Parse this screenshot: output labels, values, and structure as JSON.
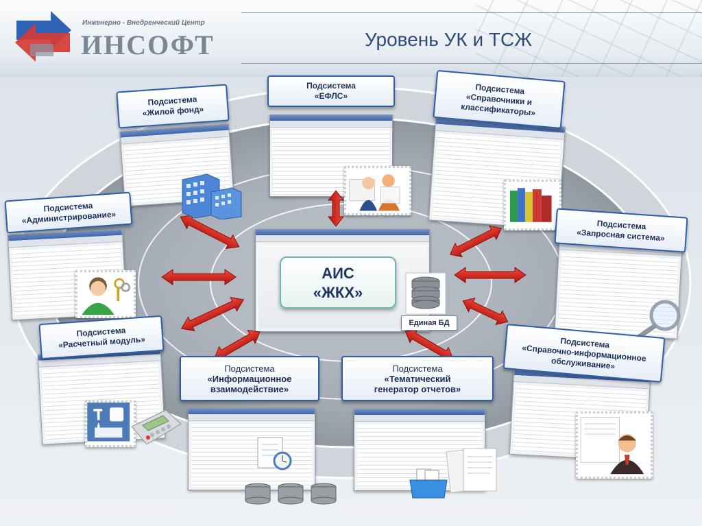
{
  "header": {
    "logo_subtitle": "Инженерно - Внедренческий Центр",
    "logo_name": "ИНСОФТ",
    "title": "Уровень УК и ТСЖ"
  },
  "center": {
    "line1": "АИС",
    "line2": "«ЖКХ»",
    "db_label": "Единая БД"
  },
  "subsystems": {
    "zhiloy_fond": {
      "line1": "Подсистема",
      "line2": "«Жилой фонд»"
    },
    "eflс": {
      "line1": "Подсистема",
      "line2": "«ЕФЛС»"
    },
    "spravochniki": {
      "line1": "Подсистема",
      "line2": "«Справочники и",
      "line3": "классификаторы»"
    },
    "administrirovanie": {
      "line1": "Подсистема",
      "line2": "«Администрирование»"
    },
    "zaprosnaya": {
      "line1": "Подсистема",
      "line2": "«Запросная система»"
    },
    "raschetny": {
      "line1": "Подсистема",
      "line2": "«Расчетный модуль»"
    },
    "spravochno_info": {
      "line1": "Подсистема",
      "line2": "«Справочно-информационное",
      "line3": "обслуживание»"
    },
    "info_vzaimodeystvie": {
      "line1": "Подсистема",
      "line2": "«Информационное",
      "line3": "взаимодействие»"
    },
    "tematicheskiy": {
      "line1": "Подсистема",
      "line2": "«Тематический",
      "line3": "генератор отчетов»"
    }
  },
  "colors": {
    "title": "#2f4b7a",
    "arrow": "#d01f1f",
    "label_border": "#2d5eaa",
    "center_border": "#6ab8b4"
  }
}
